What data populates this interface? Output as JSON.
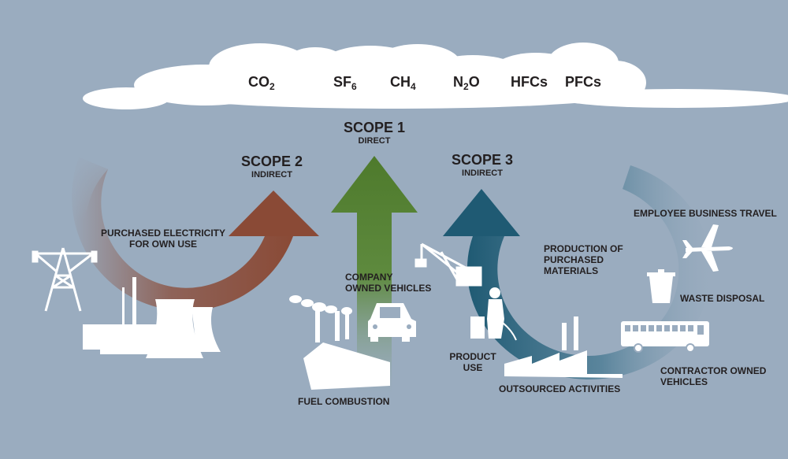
{
  "gases": [
    {
      "base": "CO",
      "sub": "2"
    },
    {
      "base": "SF",
      "sub": "6"
    },
    {
      "base": "CH",
      "sub": "4"
    },
    {
      "base": "N",
      "sub": "2",
      "tail": "O"
    },
    {
      "base": "HFCs",
      "sub": ""
    },
    {
      "base": "PFCs",
      "sub": ""
    }
  ],
  "scopes": [
    {
      "title": "SCOPE 2",
      "subtitle": "INDIRECT",
      "color": "#8a4a36"
    },
    {
      "title": "SCOPE 1",
      "subtitle": "DIRECT",
      "color": "#4e7a2c"
    },
    {
      "title": "SCOPE 3",
      "subtitle": "INDIRECT",
      "color": "#1f5a73"
    }
  ],
  "labels": {
    "purchased_electricity": [
      "PURCHASED ELECTRICITY",
      "FOR OWN USE"
    ],
    "company_vehicles": [
      "COMPANY",
      "OWNED VEHICLES"
    ],
    "fuel_combustion": "FUEL COMBUSTION",
    "production_materials": [
      "PRODUCTION OF",
      "PURCHASED",
      "MATERIALS"
    ],
    "product_use": [
      "PRODUCT",
      "USE"
    ],
    "outsourced": "OUTSOURCED ACTIVITIES",
    "employee_travel": "EMPLOYEE BUSINESS TRAVEL",
    "waste_disposal": "WASTE DISPOSAL",
    "contractor_vehicles": [
      "CONTRACTOR OWNED",
      "VEHICLES"
    ]
  },
  "colors": {
    "background": "#9aacbf",
    "cloud": "#ffffff",
    "text": "#231f20",
    "scope2": "#8a4a36",
    "scope1": "#4e7a2c",
    "scope3": "#1f5a73"
  }
}
